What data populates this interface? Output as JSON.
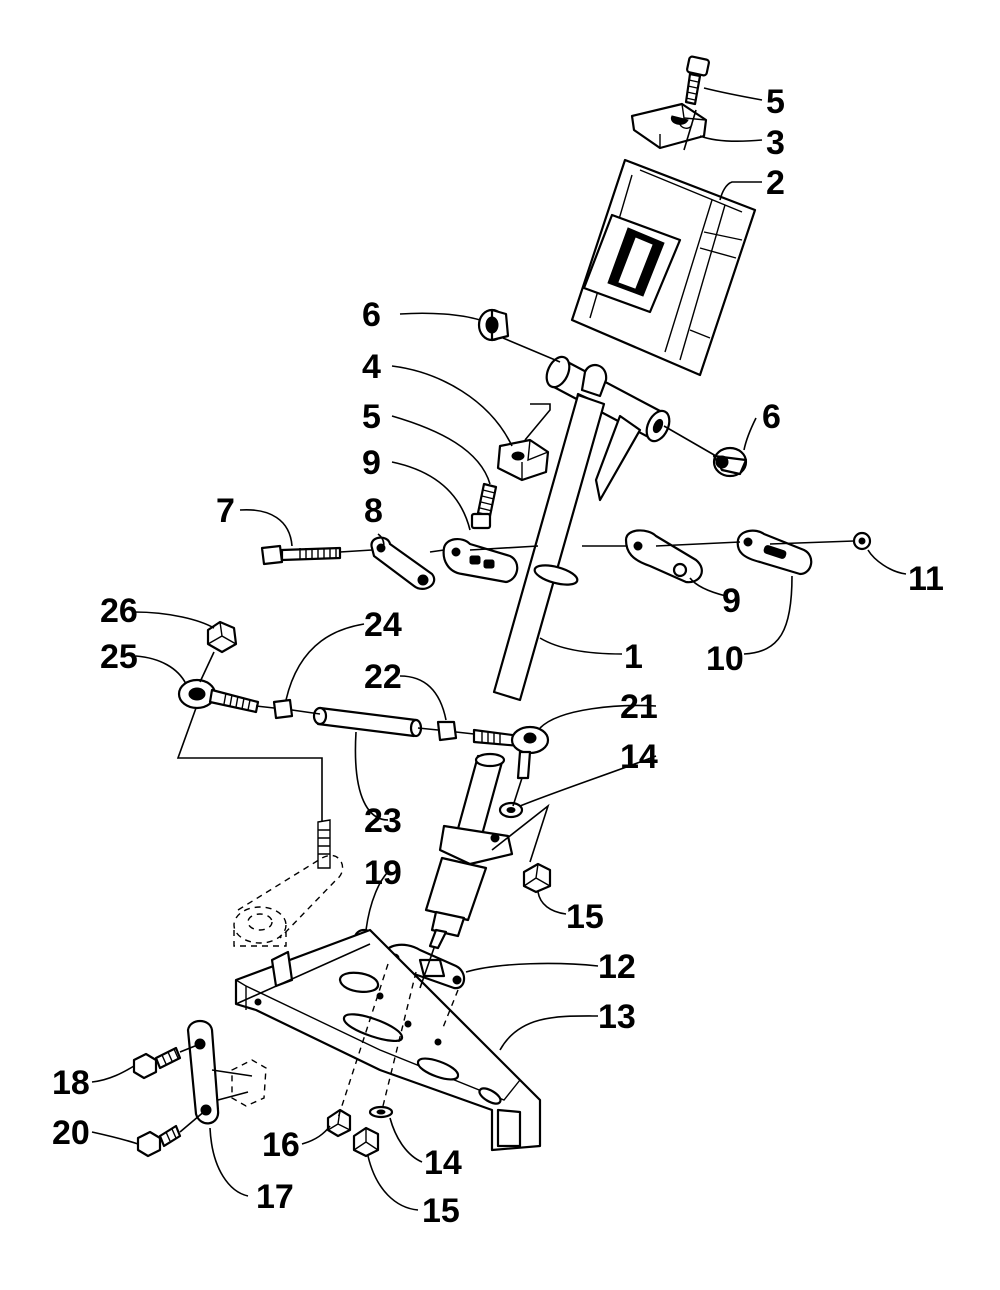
{
  "callouts": {
    "c5a": "5",
    "c3": "3",
    "c2": "2",
    "c6a": "6",
    "c6b": "6",
    "c4": "4",
    "c5b": "5",
    "c9a": "9",
    "c7": "7",
    "c8": "8",
    "c9b": "9",
    "c11": "11",
    "c10": "10",
    "c1": "1",
    "c26": "26",
    "c24": "24",
    "c25": "25",
    "c22": "22",
    "c21": "21",
    "c14a": "14",
    "c23": "23",
    "c19": "19",
    "c15a": "15",
    "c12": "12",
    "c13": "13",
    "c18": "18",
    "c20": "20",
    "c16": "16",
    "c14b": "14",
    "c17": "17",
    "c15b": "15"
  }
}
